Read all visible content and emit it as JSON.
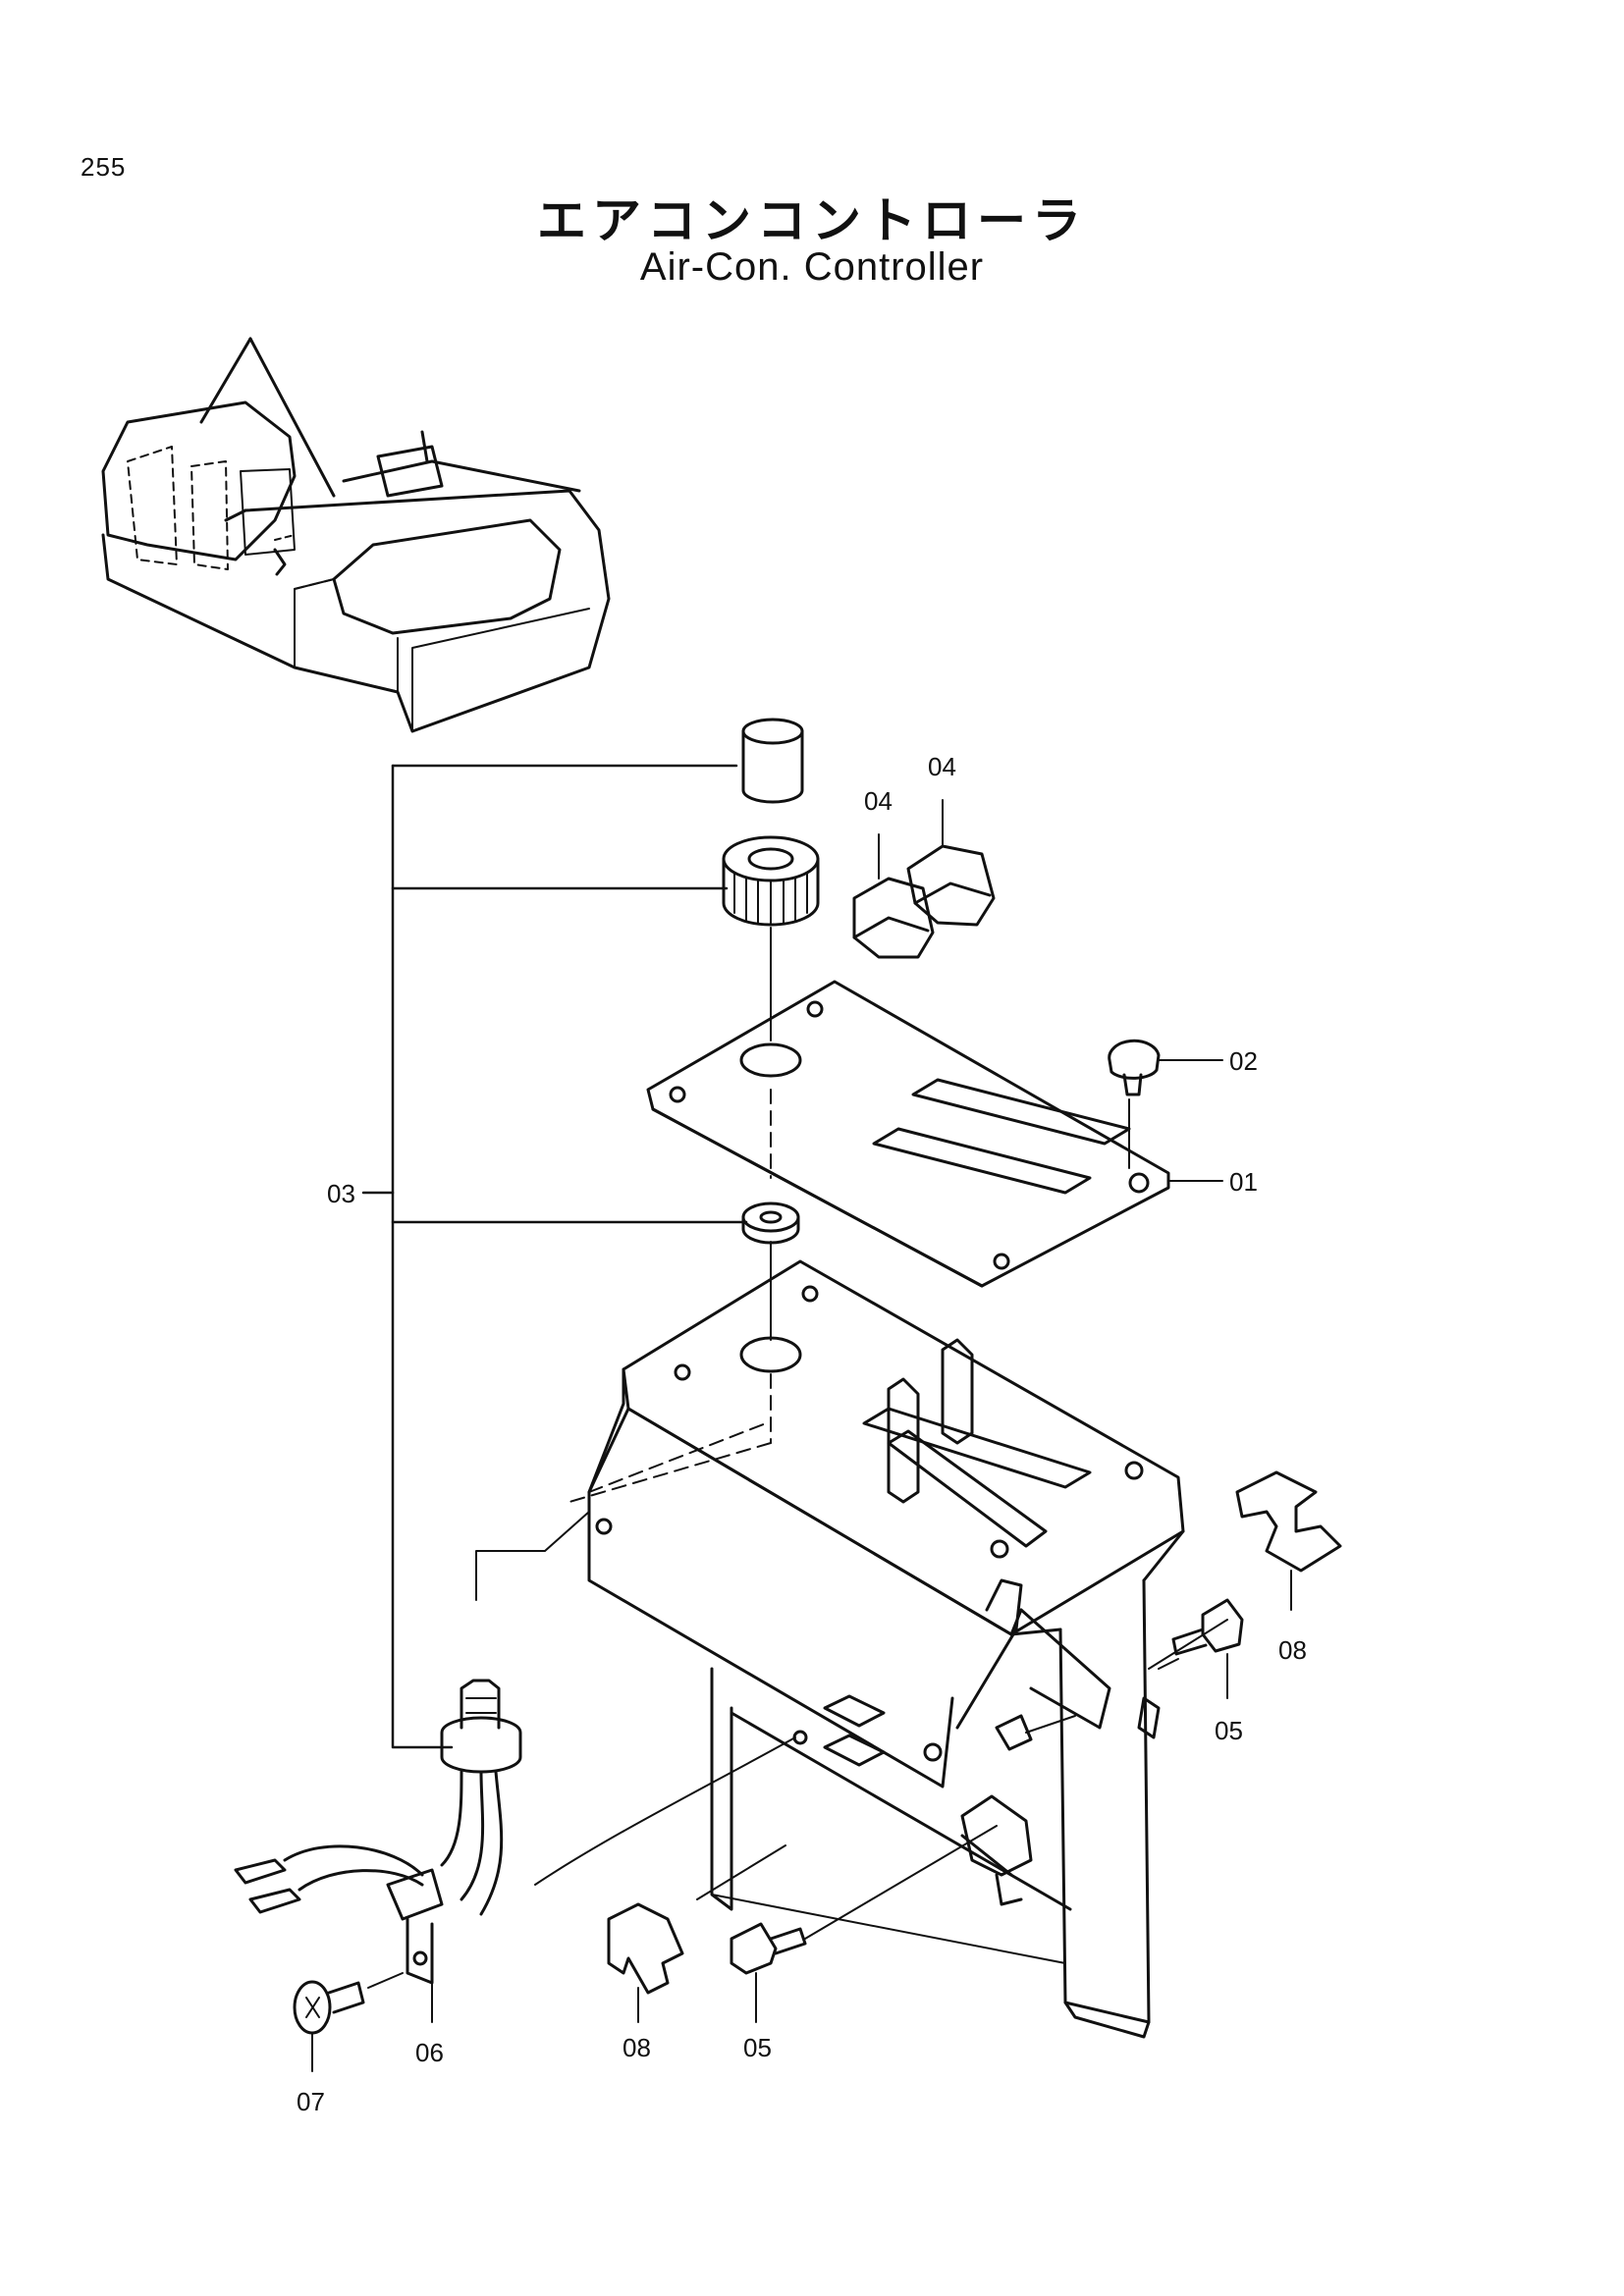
{
  "page": {
    "number": "255",
    "title_jp": "エアコンコントローラ",
    "title_en": "Air-Con. Controller"
  },
  "callouts": [
    {
      "key": "01",
      "text": "01"
    },
    {
      "key": "02",
      "text": "02"
    },
    {
      "key": "03",
      "text": "03"
    },
    {
      "key": "04a",
      "text": "04"
    },
    {
      "key": "04b",
      "text": "04"
    },
    {
      "key": "05a",
      "text": "05"
    },
    {
      "key": "05b",
      "text": "05"
    },
    {
      "key": "06",
      "text": "06"
    },
    {
      "key": "07",
      "text": "07"
    },
    {
      "key": "08a",
      "text": "08"
    },
    {
      "key": "08b",
      "text": "08"
    }
  ]
}
